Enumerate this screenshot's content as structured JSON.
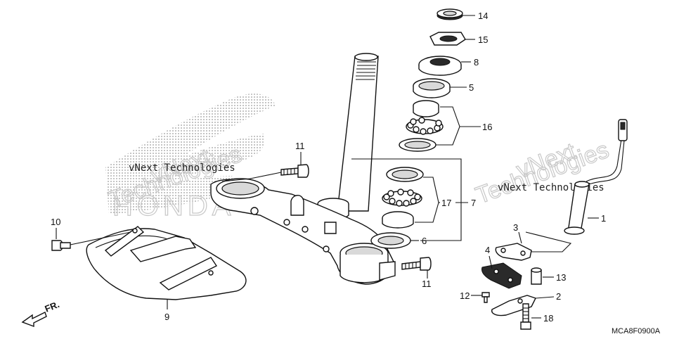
{
  "diagram": {
    "code": "MCA8F0900A",
    "direction_marker": "FR.",
    "callouts": {
      "c1": "1",
      "c2": "2",
      "c3": "3",
      "c4": "4",
      "c5": "5",
      "c6": "6",
      "c7": "7",
      "c8": "8",
      "c9": "9",
      "c10": "10",
      "c11a": "11",
      "c11b": "11",
      "c12": "12",
      "c13": "13",
      "c14": "14",
      "c15": "15",
      "c16": "16",
      "c17": "17",
      "c18": "18"
    },
    "watermarks": {
      "w1_small": "vNext Technologies",
      "w1_big": "Technologies",
      "w1_big2": "vNext",
      "w2_small": "vNext Technologies",
      "w2_big": "Technologies",
      "w2_big2": "vNext"
    },
    "logo_text": "HONDA"
  }
}
